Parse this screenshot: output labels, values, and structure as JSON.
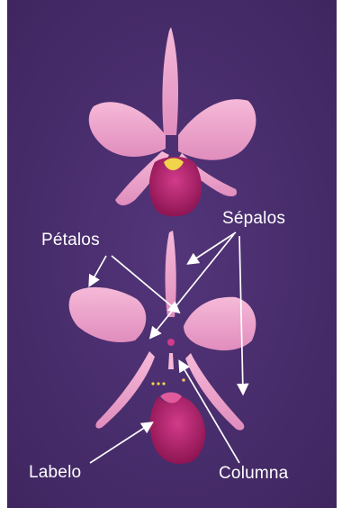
{
  "labels": {
    "petalos": "Pétalos",
    "sepalos": "Sépalos",
    "labelo": "Labelo",
    "columna": "Columna"
  },
  "colors": {
    "background": "#4b2e6b",
    "petal": "#f0a9cf",
    "petal_shade": "#d784b4",
    "labelo": "#c2287a",
    "labelo_dark": "#8e1553",
    "column_yellow": "#f2d34c",
    "label_text": "#ffffff",
    "arrow": "#ffffff"
  }
}
